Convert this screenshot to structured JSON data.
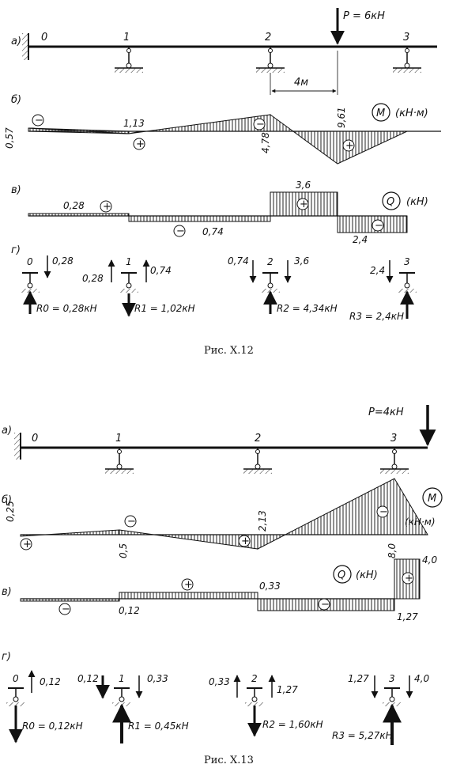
{
  "figures": [
    {
      "id": "x12",
      "caption": "Рис. X.12",
      "panel_labels": {
        "a": "а)",
        "b": "б)",
        "v": "в)",
        "g": "г)"
      },
      "beam": {
        "supports": [
          "0",
          "1",
          "2",
          "3"
        ],
        "load": "P = 6кН",
        "dimension": "4м"
      },
      "moment": {
        "title": "M",
        "unit": "(кН·м)",
        "values": [
          "0,57",
          "1,13",
          "4,78",
          "9,61"
        ],
        "signs": [
          "−",
          "+",
          "−",
          "+"
        ]
      },
      "shear": {
        "title": "Q",
        "unit": "(кН)",
        "values": [
          "0,28",
          "0,74",
          "3,6",
          "2,4"
        ],
        "signs": [
          "+",
          "−",
          "+",
          "−"
        ]
      },
      "reactions": {
        "nodes": [
          {
            "num": "0",
            "left": "",
            "right": "0,28",
            "R": "R0 = 0,28кН"
          },
          {
            "num": "1",
            "left": "0,28",
            "right": "0,74",
            "R": "R1 = 1,02кН"
          },
          {
            "num": "2",
            "left": "0,74",
            "right": "3,6",
            "R": "R2 = 4,34кН"
          },
          {
            "num": "3",
            "left": "2,4",
            "right": "",
            "R": "R3 = 2,4кН"
          }
        ]
      }
    },
    {
      "id": "x13",
      "caption": "Рис. X.13",
      "panel_labels": {
        "a": "а)",
        "b": "б)",
        "v": "в)",
        "g": "г)"
      },
      "beam": {
        "supports": [
          "0",
          "1",
          "2",
          "3"
        ],
        "load": "P=4кН"
      },
      "moment": {
        "title": "M",
        "unit": "(кН·м)",
        "values": [
          "0,25",
          "0,5",
          "2,13",
          "8,0"
        ],
        "signs": [
          "+",
          "−",
          "+",
          "−"
        ]
      },
      "shear": {
        "title": "Q",
        "unit": "(кН)",
        "values": [
          "0,12",
          "0,33",
          "1,27",
          "4,0"
        ],
        "signs": [
          "−",
          "+",
          "−",
          "+"
        ]
      },
      "reactions": {
        "nodes": [
          {
            "num": "0",
            "left": "",
            "right": "0,12",
            "R": "R0 = 0,12кН"
          },
          {
            "num": "1",
            "left": "0,12",
            "right": "0,33",
            "R": "R1 = 0,45кН"
          },
          {
            "num": "2",
            "left": "0,33",
            "right": "1,27",
            "R": "R2 = 1,60кН"
          },
          {
            "num": "3",
            "left": "1,27",
            "right": "4,0",
            "R": "R3 = 5,27кН"
          }
        ]
      }
    }
  ]
}
